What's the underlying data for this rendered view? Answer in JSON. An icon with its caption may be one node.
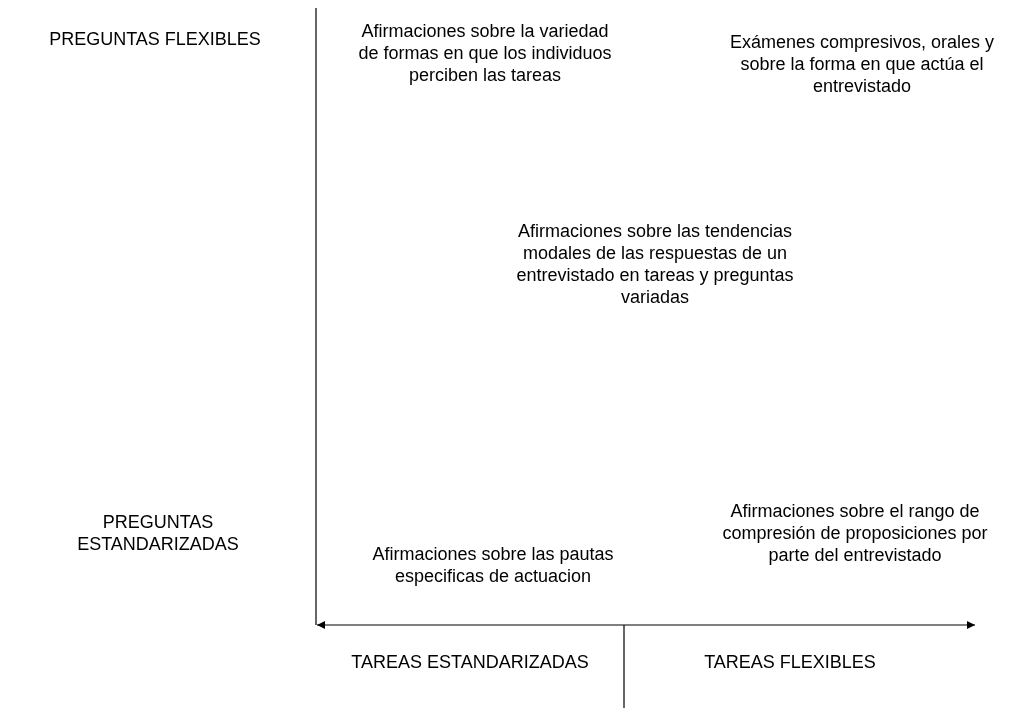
{
  "diagram": {
    "labels": [
      "PREGUNTAS FLEXIBLES",
      "Afirmaciones sobre la variedad de formas en que los individuos perciben las tareas",
      "Exámenes compresivos, orales y sobre la forma en que actúa el entrevistado",
      "Afirmaciones sobre las tendencias modales de las respuestas de un entrevistado en tareas y preguntas variadas",
      "PREGUNTAS ESTANDARIZADAS",
      "Afirmaciones sobre las pautas especificas de actuacion",
      "Afirmaciones sobre el rango de compresión de proposiciones por parte del entrevistado",
      "TAREAS ESTANDARIZADAS",
      "TAREAS FLEXIBLES"
    ]
  }
}
